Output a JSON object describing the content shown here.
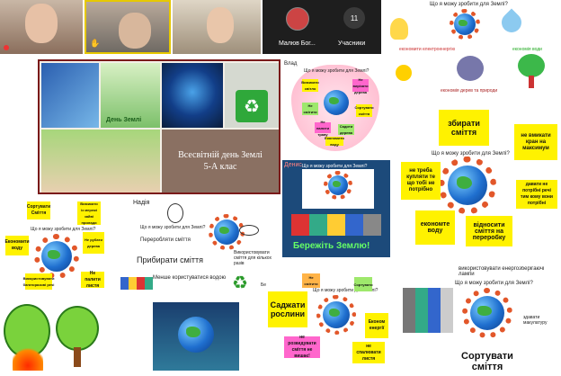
{
  "call": {
    "participant1_name": "",
    "participant3_name": "Малюв Бог...",
    "participants_label": "Учасники",
    "participants_count": "11"
  },
  "slide": {
    "caption_day": "День Землі",
    "title_line1": "Всесвітній день Землі",
    "title_line2": "5-А клас"
  },
  "question": "Що я можу зробити для Землі?",
  "top_right": {
    "label1": "економити електроенергію",
    "label2": "економія води",
    "label3": "економія дерев та природи"
  },
  "heart": {
    "vlad": "Влад",
    "s1": "Вимикати світло",
    "s2": "Не вирізати дерева",
    "s3": "Не смітити",
    "s4": "Сортувати сміття",
    "s5": "Не палити траву",
    "s6": "Садити дерева",
    "s7": "Економити воду"
  },
  "right_board": {
    "b1": "збирати сміття",
    "b2": "не вмикати кран на максимум",
    "b3": "не треба купляти те що тобі не потрібно",
    "b4": "давати не потрібні речі тим кому вони потрібні",
    "b5": "економте воду",
    "b6": "відносити сміття на переробку"
  },
  "denys": {
    "name": "Денис",
    "slogan": "Бережіть Землю!"
  },
  "left_board": {
    "s1": "Сортувати Сміття",
    "s2": "Вимикати із мережі зайві прилади",
    "s3": "Економити воду",
    "s4": "Не рубати дерева",
    "s5": "Використовувати багаторазові речі",
    "s6": "Не палити листя"
  },
  "nadia": {
    "name": "Надія",
    "t1": "Переробляти сміття",
    "t2": "Прибирати сміття",
    "t3": "Менше користуватися водою",
    "t4": "Використовувати сміття для кількох разів",
    "t5": "Береженя"
  },
  "center_bottom": {
    "s1": "Саджати рослини",
    "s2": "Економ енергії",
    "s3": "не розкидувати сміття не вишає!",
    "s4": "не спалювати листя",
    "s5": "Не смітити",
    "s6": "Сортувати"
  },
  "bottom_right": {
    "t1": "використовувати енергозберігаючі лампи",
    "t2": "здавати макулатуру",
    "t3": "Сортувати сміття"
  }
}
